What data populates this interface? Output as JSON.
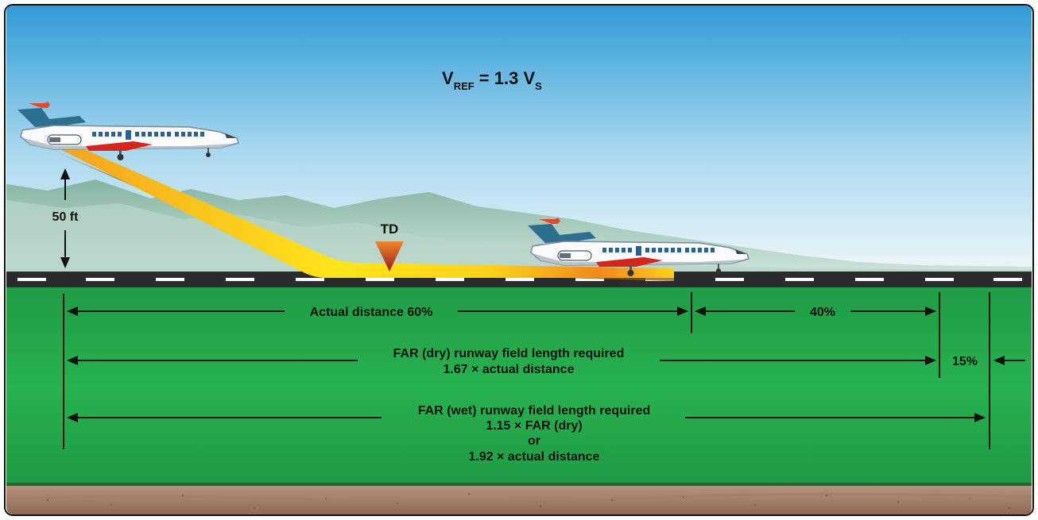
{
  "formula": {
    "v": "V",
    "ref": "REF",
    "eq": " = 1.3 V",
    "s": "S"
  },
  "height_label": "50 ft",
  "touchdown_label": "TD",
  "actual_distance_label": "Actual distance 60%",
  "remaining_label": "40%",
  "wet_margin_label": "15%",
  "dry_line1": "FAR (dry) runway field length required",
  "dry_line2": "1.67 × actual distance",
  "wet_line1": "FAR (wet) runway field length required",
  "wet_line2": "1.15 × FAR (dry)",
  "wet_line3": "or",
  "wet_line4": "1.92 × actual distance",
  "colors": {
    "sky_top": "#2f9bd6",
    "grass": "#22a94a",
    "runway": "#2b2b2b",
    "path_yellow": "#ffd21a",
    "path_orange": "#f08a1c",
    "tail": "#2d6f8f"
  }
}
